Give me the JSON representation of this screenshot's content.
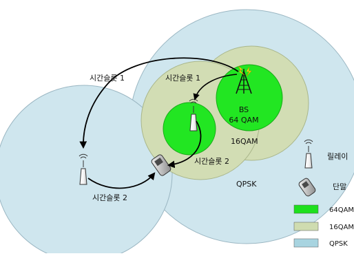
{
  "labels": {
    "slot1_left": "시간슬롯 1",
    "slot1_top": "시간슬롯 1",
    "slot2_right": "시간슬롯 2",
    "slot2_bottom": "시간슬롯 2",
    "bs": "BS",
    "bs_mod": "64 QAM",
    "inner_16qam": "16QAM",
    "outer_qpsk": "QPSK",
    "relay": "릴레이",
    "terminal": "단말"
  },
  "legend": [
    {
      "label": "64QAM",
      "color": "#1ee01e"
    },
    {
      "label": "16QAM",
      "color": "#cfdcb0"
    },
    {
      "label": "QPSK",
      "color": "#a8d4e0"
    }
  ],
  "colors": {
    "qpsk_zone": "#cfe6ee",
    "qpsk_stroke": "#9ab6c2",
    "qam16_zone": "#d2ddb4",
    "qam64_zone": "#22e622",
    "arrow": "#000000"
  }
}
